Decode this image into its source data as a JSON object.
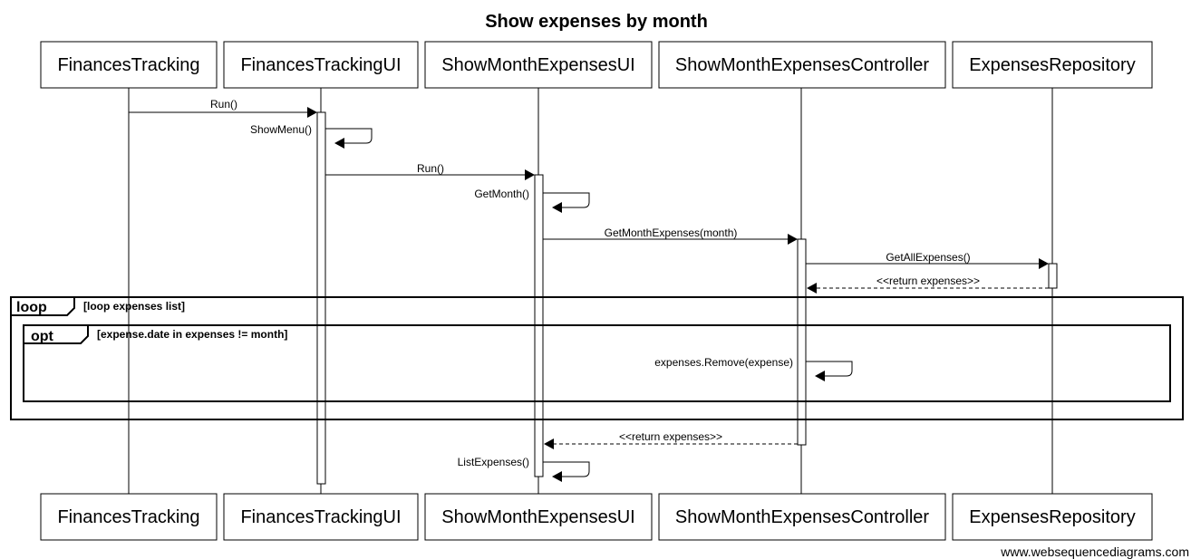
{
  "title": "Show expenses by month",
  "participants": [
    "FinancesTracking",
    "FinancesTrackingUI",
    "ShowMonthExpensesUI",
    "ShowMonthExpensesController",
    "ExpensesRepository"
  ],
  "messages": [
    "Run()",
    "ShowMenu()",
    "Run()",
    "GetMonth()",
    "GetMonthExpenses(month)",
    "GetAllExpenses()",
    "<<return expenses>>",
    "expenses.Remove(expense)",
    "<<return expenses>>",
    "ListExpenses()"
  ],
  "fragments": {
    "loop": {
      "label": "loop",
      "condition": "[loop expenses list]"
    },
    "opt": {
      "label": "opt",
      "condition": "[expense.date in expenses != month]"
    }
  },
  "watermark": "www.websequencediagrams.com"
}
